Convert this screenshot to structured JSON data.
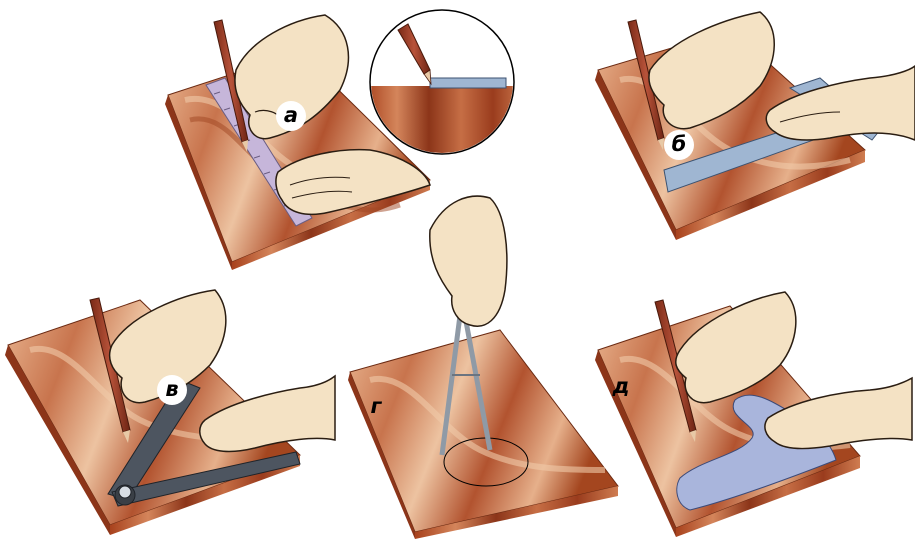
{
  "figures": [
    {
      "label": "а"
    },
    {
      "label": "б"
    },
    {
      "label": "в"
    },
    {
      "label": "г"
    },
    {
      "label": "д"
    }
  ],
  "colors": {
    "wood_light": "#e9b48f",
    "wood_mid": "#c8744d",
    "wood_dark": "#8c3519",
    "wood_edge": "#9a3c1d",
    "skin": "#f4e2c4",
    "ruler": "#c6b6da",
    "metal_blue": "#9fb6d2",
    "square_tool": "#4d5560",
    "template": "#a9b5dc",
    "pencil": "#a6432b"
  }
}
